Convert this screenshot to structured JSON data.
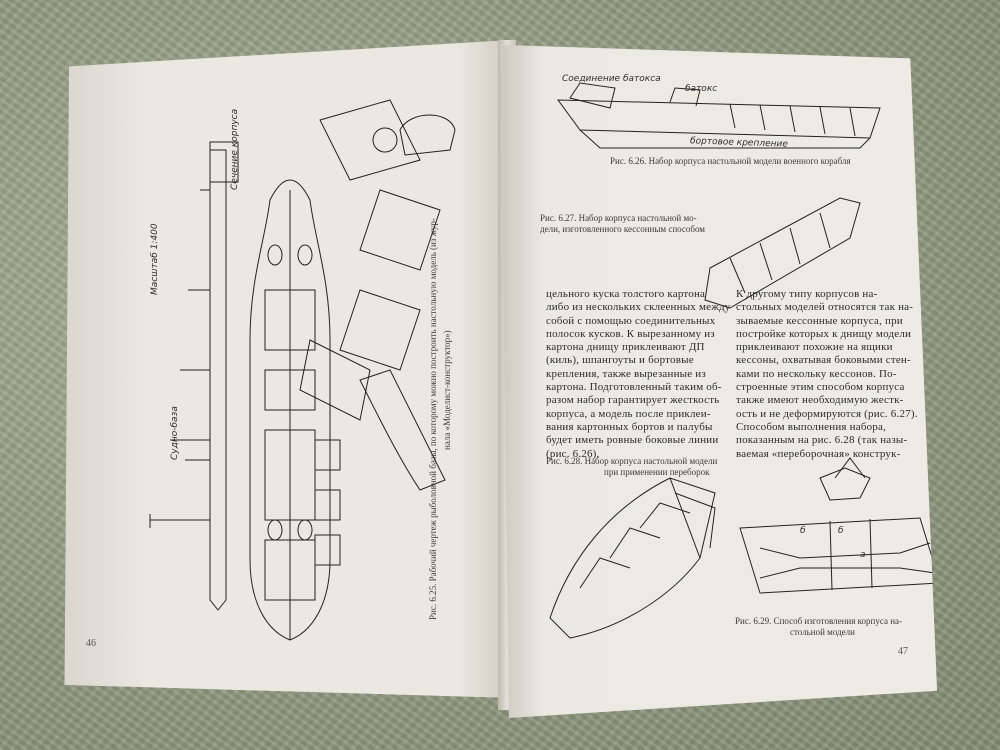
{
  "left_page": {
    "page_number": "46",
    "figure_625_caption": "Рис. 6.25. Рабочий чертеж рыболовной базы, по которому можно построить настольную модель (из жур-",
    "figure_625_caption_2": "нала «Моделист-конструктор»)",
    "labels": {
      "section": "Сечение корпуса",
      "scale": "Масштаб 1:400",
      "vessel": "Судно-база"
    }
  },
  "right_page": {
    "page_number": "47",
    "fig626_labels": {
      "joint": "Соединение батокса",
      "batoks": "батокс",
      "side_fix": "бортовое крепление"
    },
    "fig626_caption": "Рис. 6.26. Набор корпуса настольной модели военного корабля",
    "fig627_caption_1": "Рис. 6.27. Набор корпуса настольной мо-",
    "fig627_caption_2": "дели, изготовленного кессонным способом",
    "col1": [
      "цельного куска толстого картона",
      "либо из нескольких склеенных между",
      "собой с помощью соединительных",
      "полосок кусков. К вырезанному из",
      "картона днищу приклеивают ДП",
      "(киль), шпангоуты и бортовые",
      "крепления, также вырезанные из",
      "картона. Подготовленный таким об-",
      "разом набор гарантирует жесткость",
      "корпуса, а модель после приклеи-",
      "вания картонных бортов и палубы",
      "будет иметь ровные боковые линии",
      "(рис. 6.26)."
    ],
    "col2": [
      "К другому типу корпусов на-",
      "стольных моделей относятся так на-",
      "зываемые кессонные корпуса, при",
      "постройке которых к днищу модели",
      "приклеивают похожие на ящики",
      "кессоны, охватывая боковыми стен-",
      "ками по нескольку кессонов. По-",
      "строенные этим способом корпуса",
      "также имеют необходимую жестк-",
      "ость и не деформируются (рис. 6.27).",
      "Способом выполнения набора,",
      "показанным на рис. 6.28 (так назы-",
      "ваемая «переборочная» конструк-"
    ],
    "fig628_caption_1": "Рис. 6.28. Набор корпуса настольной модели",
    "fig628_caption_2": "при применении переборок",
    "fig629_caption_1": "Рис. 6.29. Способ изготовления корпуса на-",
    "fig629_caption_2": "стольной модели",
    "fig629_marks": [
      "б",
      "б",
      "а"
    ]
  }
}
